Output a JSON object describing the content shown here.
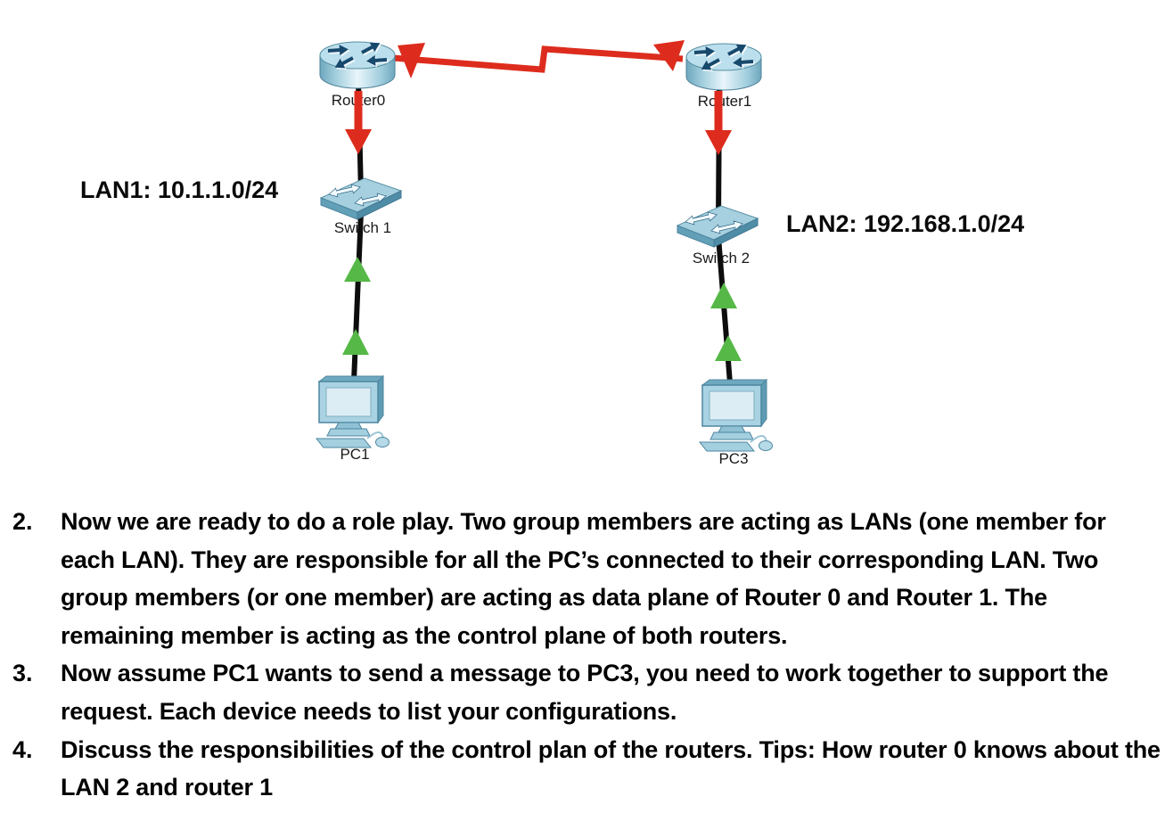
{
  "diagram": {
    "devices": [
      {
        "id": "router0",
        "type": "router",
        "label": "Router0"
      },
      {
        "id": "router1",
        "type": "router",
        "label": "Router1"
      },
      {
        "id": "switch1",
        "type": "switch",
        "label": "Switch 1"
      },
      {
        "id": "switch2",
        "type": "switch",
        "label": "Switch 2"
      },
      {
        "id": "pc1",
        "type": "pc",
        "label": "PC1"
      },
      {
        "id": "pc3",
        "type": "pc",
        "label": "PC3"
      }
    ],
    "lan_labels": [
      {
        "id": "lan1",
        "text": "LAN1: 10.1.1.0/24"
      },
      {
        "id": "lan2",
        "text": "LAN2: 192.168.1.0/24"
      }
    ],
    "links": [
      {
        "id": "serial-router0-router1",
        "from": "Router0",
        "to": "Router1",
        "style": "serial-zigzag",
        "status": "down"
      },
      {
        "id": "router0-switch1",
        "from": "Router0",
        "to": "Switch 1",
        "status": "down"
      },
      {
        "id": "switch1-pc1",
        "from": "Switch 1",
        "to": "PC1",
        "status": "up"
      },
      {
        "id": "router1-switch2",
        "from": "Router1",
        "to": "Switch 2",
        "status": "down"
      },
      {
        "id": "switch2-pc3",
        "from": "Switch 2",
        "to": "PC3",
        "status": "up"
      }
    ],
    "colors": {
      "status_down": "#dd2c1d",
      "status_up": "#56b847",
      "cable": "#0d0d0d",
      "device_blue": "#a9d2e2"
    }
  },
  "instructions": {
    "items": [
      {
        "number": "2.",
        "text": "Now we are ready to do a role play. Two group members are acting as LANs (one member for each LAN). They are responsible for all the PC’s connected to their corresponding LAN. Two group members (or one member) are acting as data plane of Router 0 and Router 1. The remaining member is acting as the control plane of both routers."
      },
      {
        "number": "3.",
        "text": "Now assume PC1 wants to send a message to PC3, you need to work together to support the request. Each device needs to list your configurations."
      },
      {
        "number": "4.",
        "text": "Discuss the responsibilities of the control plan of the routers. Tips: How router 0 knows about the LAN 2 and router 1"
      }
    ]
  }
}
